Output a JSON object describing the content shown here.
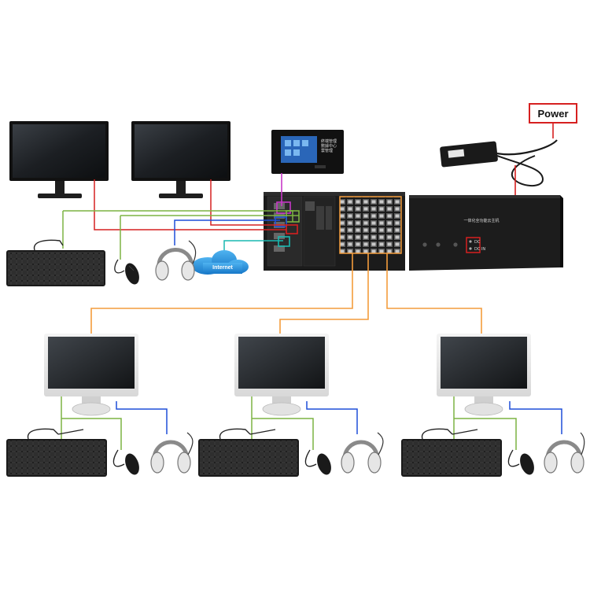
{
  "power": {
    "label": "Power"
  },
  "internet": {
    "label": "Internet"
  },
  "cloud_host": {
    "label": "一体化全功能云主机"
  },
  "terminal_screen": {
    "lines": [
      "終端管理",
      "數據中心",
      "雲管理"
    ]
  },
  "host_panel": {
    "port_labels": [
      "DC",
      "DC IN"
    ]
  },
  "colors": {
    "power_line": "#d62020",
    "video_line": "#d62020",
    "usb_line": "#7cb342",
    "audio_line": "#1e4fd8",
    "network_line": "#19b8b0",
    "lan_line": "#f39c3c",
    "display_line": "#c838c8"
  }
}
